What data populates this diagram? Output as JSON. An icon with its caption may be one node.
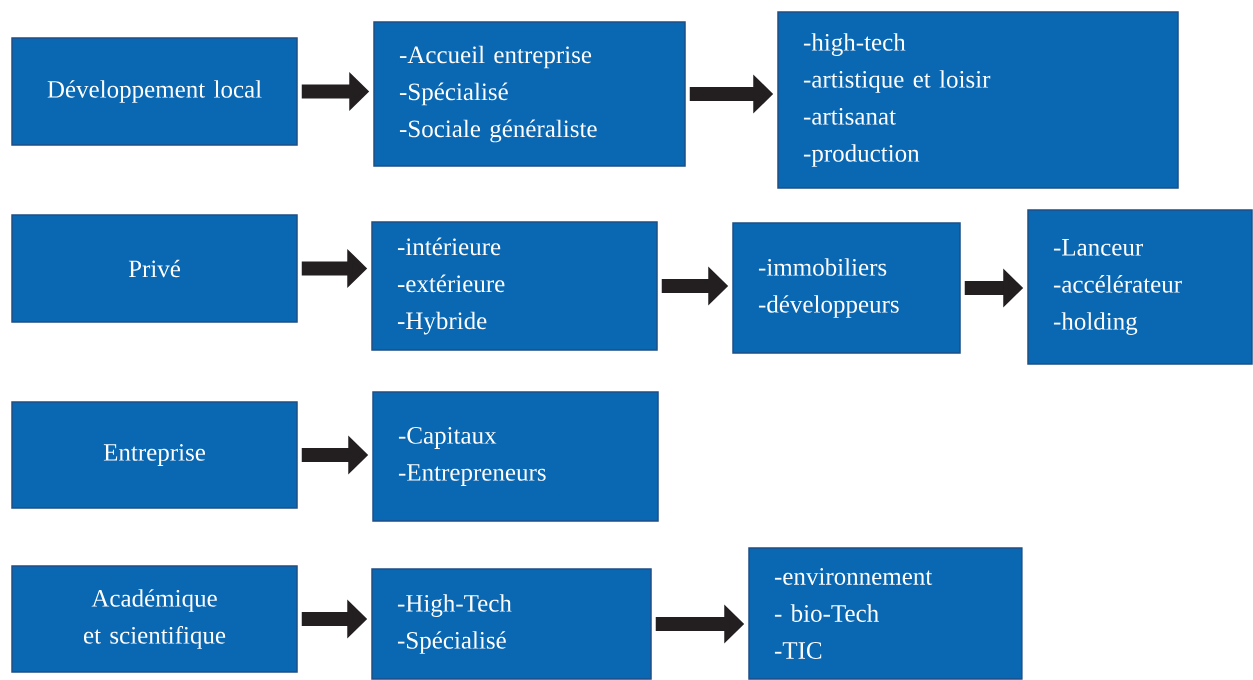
{
  "diagram": {
    "nodes": [
      {
        "text": [
          "Développement local"
        ]
      },
      {
        "text": [
          "-Accueil entreprise",
          "-Spécialisé",
          "-Sociale généraliste"
        ]
      },
      {
        "text": [
          "-high-tech",
          "-artistique et loisir",
          "-artisanat",
          "-production"
        ]
      },
      {
        "text": [
          "Privé"
        ]
      },
      {
        "text": [
          "-intérieure",
          "-extérieure",
          "-Hybride"
        ]
      },
      {
        "text": [
          "-immobiliers",
          "-développeurs"
        ]
      },
      {
        "text": [
          "-Lanceur",
          "-accélérateur",
          "-holding"
        ]
      },
      {
        "text": [
          "Entreprise"
        ]
      },
      {
        "text": [
          "-Capitaux",
          "-Entrepreneurs"
        ]
      },
      {
        "text": [
          "Académique et scientifique"
        ]
      },
      {
        "text": [
          "-High-Tech",
          "-Spécialisé"
        ]
      },
      {
        "text": [
          "-environnement",
          "- bio-Tech",
          "-TIC"
        ]
      }
    ],
    "edges": [
      {
        "from": 0,
        "to": 1,
        "arrow": "to"
      },
      {
        "from": 1,
        "to": 2,
        "arrow": "to"
      },
      {
        "from": 3,
        "to": 4,
        "arrow": "to"
      },
      {
        "from": 4,
        "to": 5,
        "arrow": "to"
      },
      {
        "from": 5,
        "to": 6,
        "arrow": "to"
      },
      {
        "from": 7,
        "to": 8,
        "arrow": "to"
      },
      {
        "from": 9,
        "to": 10,
        "arrow": "to"
      },
      {
        "from": 10,
        "to": 11,
        "arrow": "to"
      }
    ]
  }
}
